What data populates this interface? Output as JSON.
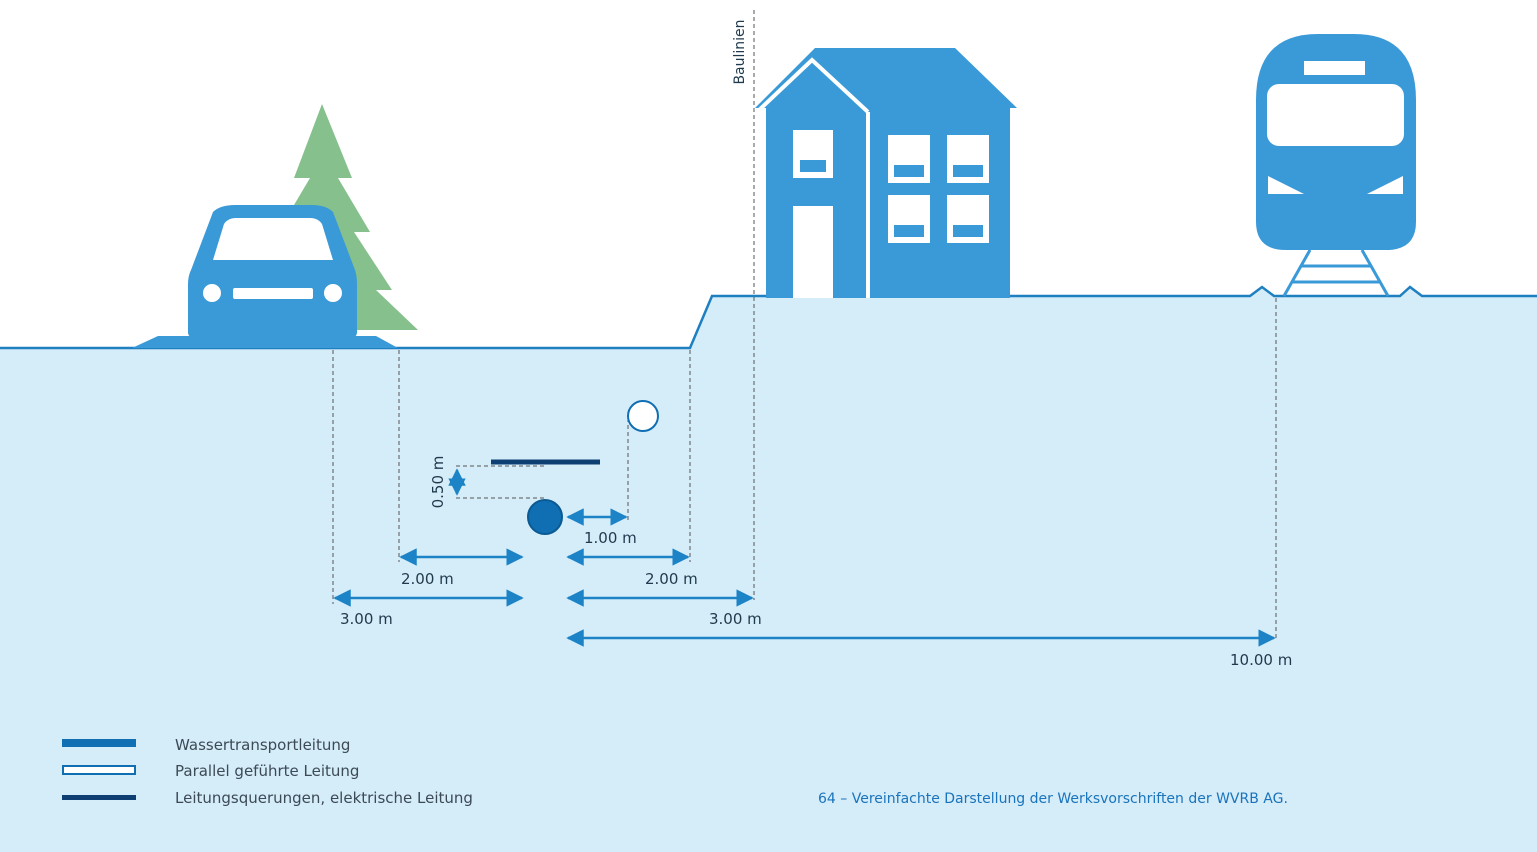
{
  "colors": {
    "ground": "#d5ecf9",
    "ground_line": "#1e7fc1",
    "icon_blue": "#3a9ad8",
    "tree_green": "#86c08c",
    "pipe_dark": "#0f6fb2",
    "pipe_crossing": "#0d3f73",
    "dimension": "#1b83c6",
    "guide": "#555555"
  },
  "labels": {
    "baulinien": "Baulinien",
    "vertical_gap": "0.50 m",
    "dist_parallel": "1.00 m",
    "dist_left_2": "2.00 m",
    "dist_right_2": "2.00 m",
    "dist_left_3": "3.00 m",
    "dist_right_3": "3.00 m",
    "dist_rail": "10.00 m"
  },
  "legend": [
    {
      "style": "filled",
      "label": "Wassertransportleitung"
    },
    {
      "style": "outline",
      "label": "Parallel geführte Leitung"
    },
    {
      "style": "thin",
      "label": "Leitungsquerungen, elektrische Leitung"
    }
  ],
  "caption": "64 – Vereinfachte Darstellung der Werksvorschriften der WVRB AG."
}
